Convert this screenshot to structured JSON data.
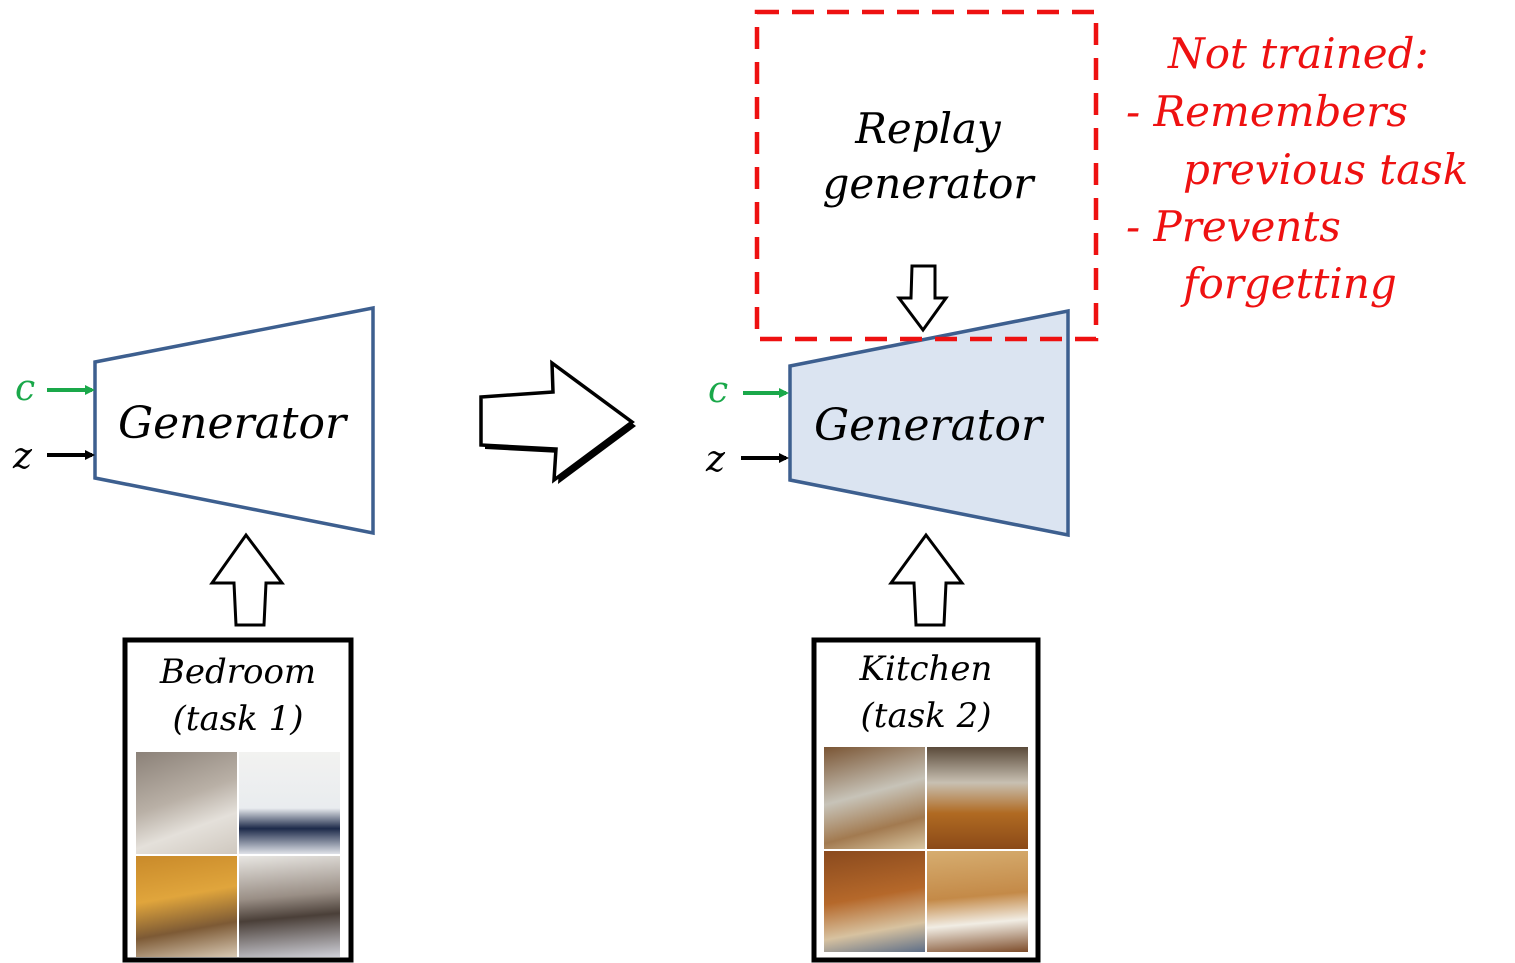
{
  "left": {
    "generator_label": "Generator",
    "input_c": "c",
    "input_z": "z",
    "dataset_title_line1": "Bedroom",
    "dataset_title_line2": "(task 1)",
    "dataset_icon": "bedroom-photos-grid"
  },
  "right": {
    "generator_label": "Generator",
    "input_c": "c",
    "input_z": "z",
    "dataset_title_line1": "Kitchen",
    "dataset_title_line2": "(task 2)",
    "dataset_icon": "kitchen-photos-grid",
    "replay_line1": "Replay",
    "replay_line2": "generator"
  },
  "note": {
    "title": "Not trained:",
    "item1_line1": "- Remembers",
    "item1_line2": "previous task",
    "item2_line1": "- Prevents",
    "item2_line2": "forgetting"
  },
  "colors": {
    "trapezoid_stroke": "#3d5f8f",
    "trapezoid_fill_active": "#dbe4f1",
    "note_red": "#ee1111",
    "c_green": "#1aa84a",
    "ink": "#000000"
  }
}
